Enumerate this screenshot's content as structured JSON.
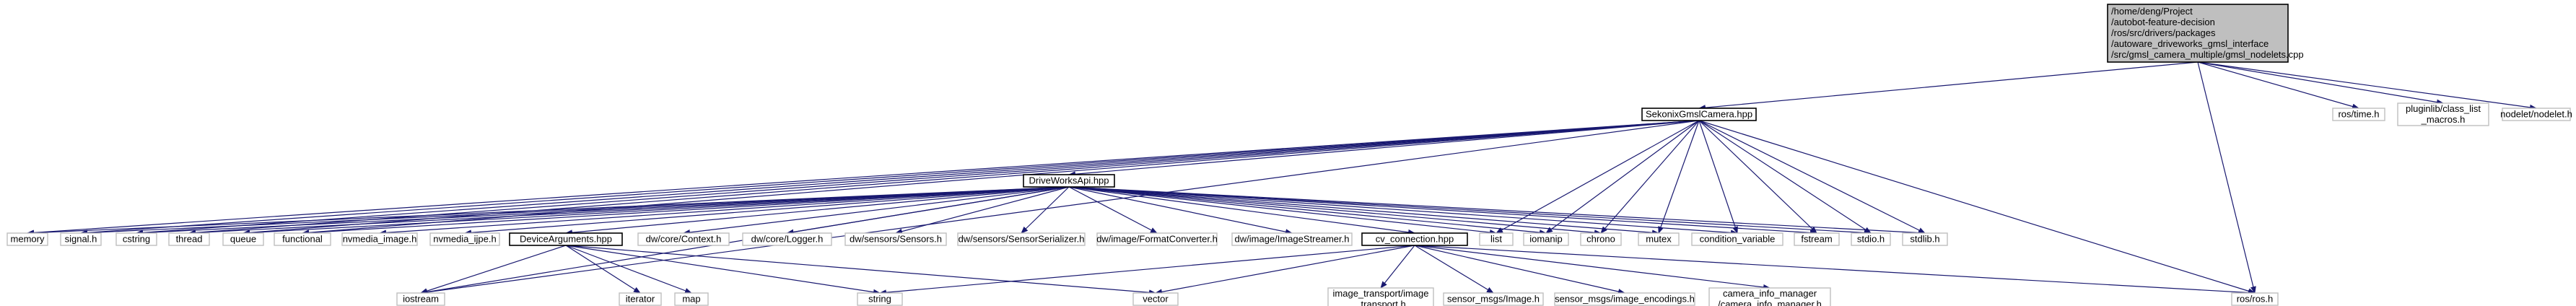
{
  "graph": {
    "nodes": [
      {
        "id": "root",
        "lines": [
          "/home/deng/Project",
          "/autobot-feature-decision",
          "/ros/src/drivers/packages",
          "/autoware_driveworks_gmsl_interface",
          "/src/gmsl_camera_multiple/gmsl_nodelets.cpp"
        ]
      },
      {
        "id": "sekonix",
        "lines": [
          "SekonixGmslCamera.hpp"
        ]
      },
      {
        "id": "rostime",
        "lines": [
          "ros/time.h"
        ]
      },
      {
        "id": "pluginlib",
        "lines": [
          "pluginlib/class_list",
          "_macros.h"
        ]
      },
      {
        "id": "nodelet",
        "lines": [
          "nodelet/nodelet.h"
        ]
      },
      {
        "id": "driveworks",
        "lines": [
          "DriveWorksApi.hpp"
        ]
      },
      {
        "id": "memory",
        "lines": [
          "memory"
        ]
      },
      {
        "id": "signal",
        "lines": [
          "signal.h"
        ]
      },
      {
        "id": "cstring",
        "lines": [
          "cstring"
        ]
      },
      {
        "id": "thread",
        "lines": [
          "thread"
        ]
      },
      {
        "id": "queue",
        "lines": [
          "queue"
        ]
      },
      {
        "id": "functional",
        "lines": [
          "functional"
        ]
      },
      {
        "id": "nvimage",
        "lines": [
          "nvmedia_image.h"
        ]
      },
      {
        "id": "nvijpe",
        "lines": [
          "nvmedia_ijpe.h"
        ]
      },
      {
        "id": "devargs",
        "lines": [
          "DeviceArguments.hpp"
        ]
      },
      {
        "id": "context",
        "lines": [
          "dw/core/Context.h"
        ]
      },
      {
        "id": "logger",
        "lines": [
          "dw/core/Logger.h"
        ]
      },
      {
        "id": "sensors",
        "lines": [
          "dw/sensors/Sensors.h"
        ]
      },
      {
        "id": "serializer",
        "lines": [
          "dw/sensors/SensorSerializer.h"
        ]
      },
      {
        "id": "formatconv",
        "lines": [
          "dw/image/FormatConverter.h"
        ]
      },
      {
        "id": "streamer",
        "lines": [
          "dw/image/ImageStreamer.h"
        ]
      },
      {
        "id": "cvconn",
        "lines": [
          "cv_connection.hpp"
        ]
      },
      {
        "id": "list",
        "lines": [
          "list"
        ]
      },
      {
        "id": "iomanip",
        "lines": [
          "iomanip"
        ]
      },
      {
        "id": "chrono",
        "lines": [
          "chrono"
        ]
      },
      {
        "id": "mutex",
        "lines": [
          "mutex"
        ]
      },
      {
        "id": "condvar",
        "lines": [
          "condition_variable"
        ]
      },
      {
        "id": "fstream",
        "lines": [
          "fstream"
        ]
      },
      {
        "id": "stdio",
        "lines": [
          "stdio.h"
        ]
      },
      {
        "id": "stdlib",
        "lines": [
          "stdlib.h"
        ]
      },
      {
        "id": "iostream",
        "lines": [
          "iostream"
        ]
      },
      {
        "id": "iterator",
        "lines": [
          "iterator"
        ]
      },
      {
        "id": "map",
        "lines": [
          "map"
        ]
      },
      {
        "id": "string",
        "lines": [
          "string"
        ]
      },
      {
        "id": "vector",
        "lines": [
          "vector"
        ]
      },
      {
        "id": "imgtransport",
        "lines": [
          "image_transport/image",
          "_transport.h"
        ]
      },
      {
        "id": "sensormsgs",
        "lines": [
          "sensor_msgs/Image.h"
        ]
      },
      {
        "id": "encodings",
        "lines": [
          "sensor_msgs/image_encodings.h"
        ]
      },
      {
        "id": "caminfo",
        "lines": [
          "camera_info_manager",
          "/camera_info_manager.h"
        ]
      },
      {
        "id": "rosh",
        "lines": [
          "ros/ros.h"
        ]
      }
    ],
    "edges": [
      [
        "root",
        "sekonix"
      ],
      [
        "root",
        "rostime"
      ],
      [
        "root",
        "pluginlib"
      ],
      [
        "root",
        "nodelet"
      ],
      [
        "root",
        "rosh"
      ],
      [
        "sekonix",
        "driveworks"
      ],
      [
        "sekonix",
        "memory"
      ],
      [
        "sekonix",
        "signal"
      ],
      [
        "sekonix",
        "cstring"
      ],
      [
        "sekonix",
        "thread"
      ],
      [
        "sekonix",
        "queue"
      ],
      [
        "sekonix",
        "functional"
      ],
      [
        "sekonix",
        "list"
      ],
      [
        "sekonix",
        "iomanip"
      ],
      [
        "sekonix",
        "chrono"
      ],
      [
        "sekonix",
        "mutex"
      ],
      [
        "sekonix",
        "condvar"
      ],
      [
        "sekonix",
        "fstream"
      ],
      [
        "sekonix",
        "stdio"
      ],
      [
        "sekonix",
        "stdlib"
      ],
      [
        "sekonix",
        "iostream"
      ],
      [
        "sekonix",
        "rosh"
      ],
      [
        "driveworks",
        "memory"
      ],
      [
        "driveworks",
        "signal"
      ],
      [
        "driveworks",
        "cstring"
      ],
      [
        "driveworks",
        "thread"
      ],
      [
        "driveworks",
        "queue"
      ],
      [
        "driveworks",
        "functional"
      ],
      [
        "driveworks",
        "nvimage"
      ],
      [
        "driveworks",
        "nvijpe"
      ],
      [
        "driveworks",
        "devargs"
      ],
      [
        "driveworks",
        "context"
      ],
      [
        "driveworks",
        "logger"
      ],
      [
        "driveworks",
        "sensors"
      ],
      [
        "driveworks",
        "serializer"
      ],
      [
        "driveworks",
        "formatconv"
      ],
      [
        "driveworks",
        "streamer"
      ],
      [
        "driveworks",
        "cvconn"
      ],
      [
        "driveworks",
        "list"
      ],
      [
        "driveworks",
        "iomanip"
      ],
      [
        "driveworks",
        "chrono"
      ],
      [
        "driveworks",
        "mutex"
      ],
      [
        "driveworks",
        "condvar"
      ],
      [
        "driveworks",
        "fstream"
      ],
      [
        "driveworks",
        "stdio"
      ],
      [
        "driveworks",
        "stdlib"
      ],
      [
        "driveworks",
        "iostream"
      ],
      [
        "devargs",
        "iostream"
      ],
      [
        "devargs",
        "iterator"
      ],
      [
        "devargs",
        "map"
      ],
      [
        "devargs",
        "string"
      ],
      [
        "devargs",
        "vector"
      ],
      [
        "cvconn",
        "string"
      ],
      [
        "cvconn",
        "vector"
      ],
      [
        "cvconn",
        "imgtransport"
      ],
      [
        "cvconn",
        "sensormsgs"
      ],
      [
        "cvconn",
        "encodings"
      ],
      [
        "cvconn",
        "caminfo"
      ],
      [
        "cvconn",
        "rosh"
      ]
    ]
  }
}
